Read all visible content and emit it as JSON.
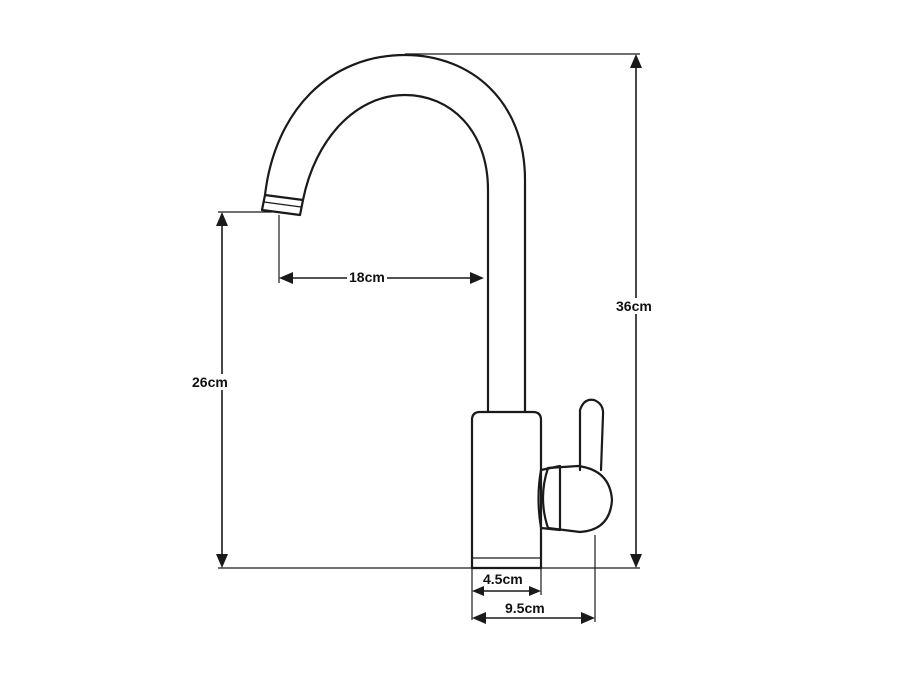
{
  "dimensions": {
    "spout_reach": "18cm",
    "spout_height": "26cm",
    "total_height": "36cm",
    "base_diameter": "4.5cm",
    "base_depth": "9.5cm"
  }
}
